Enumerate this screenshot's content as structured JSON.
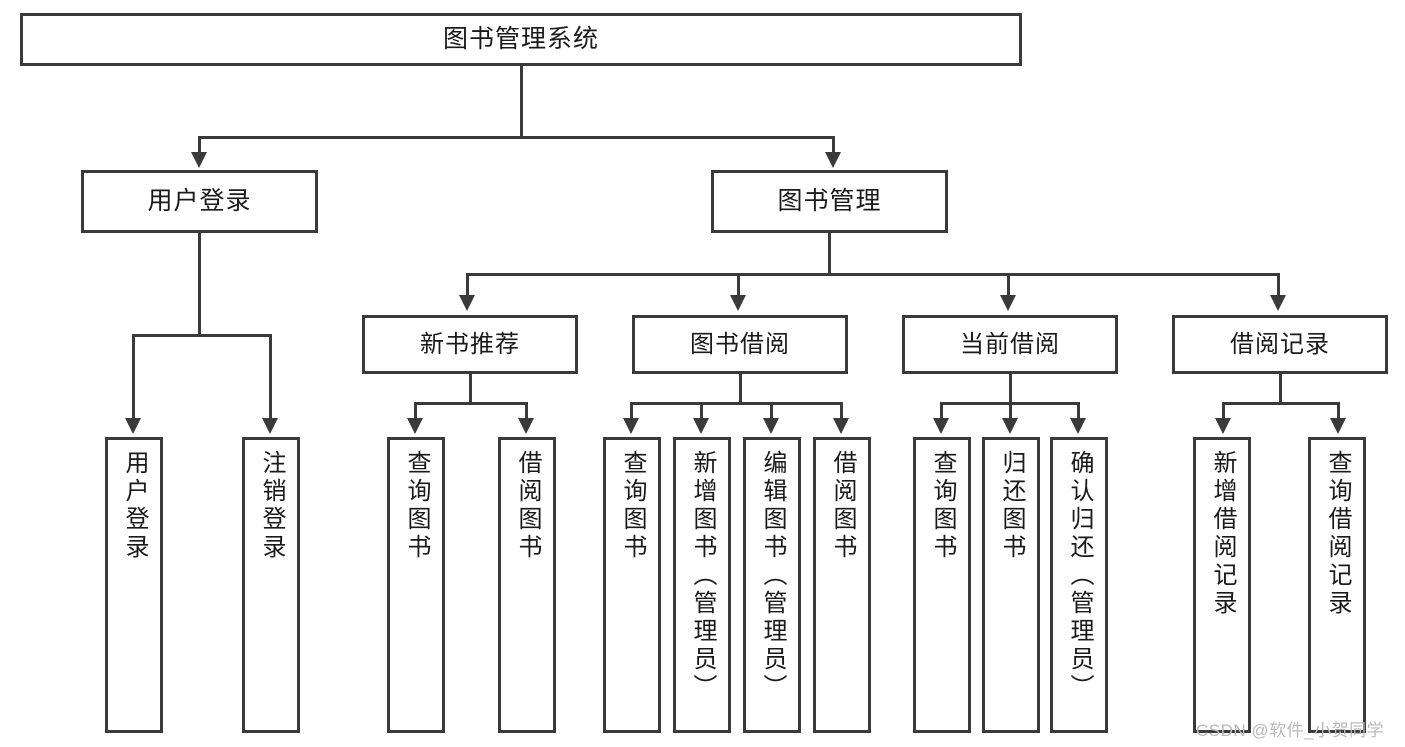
{
  "diagram": {
    "title": "图书管理系统",
    "type": "function-hierarchy-tree",
    "root": {
      "label": "图书管理系统"
    },
    "level2": [
      {
        "label": "用户登录"
      },
      {
        "label": "图书管理"
      }
    ],
    "level3": [
      {
        "label": "新书推荐"
      },
      {
        "label": "图书借阅"
      },
      {
        "label": "当前借阅"
      },
      {
        "label": "借阅记录"
      }
    ],
    "leaves": {
      "user_login": [
        {
          "label": "用户登录"
        },
        {
          "label": "注销登录"
        }
      ],
      "new_book_recommend": [
        {
          "label": "查询图书"
        },
        {
          "label": "借阅图书"
        }
      ],
      "book_borrow": [
        {
          "label": "查询图书"
        },
        {
          "label": "新增图书（管理员）"
        },
        {
          "label": "编辑图书（管理员）"
        },
        {
          "label": "借阅图书"
        }
      ],
      "current_borrow": [
        {
          "label": "查询图书"
        },
        {
          "label": "归还图书"
        },
        {
          "label": "确认归还（管理员）"
        }
      ],
      "borrow_record": [
        {
          "label": "新增借阅记录"
        },
        {
          "label": "查询借阅记录"
        }
      ]
    }
  },
  "watermark": {
    "text": "CSDN @软件_小贺同学"
  },
  "colors": {
    "border": "#3a3a3a",
    "text": "#1a1a1a",
    "background": "#ffffff",
    "watermark": "#b9b9b9"
  }
}
